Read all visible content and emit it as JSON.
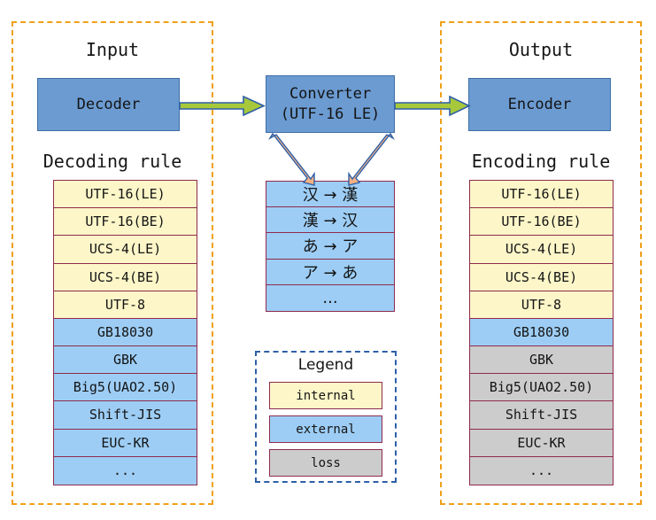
{
  "colors": {
    "panel_border": "#f0a018",
    "proc_box_fill": "#6b9bd1",
    "proc_box_border": "#3f6ea8",
    "row_border": "#8f2b4c",
    "internal": "#fcf6c8",
    "external": "#9dcdf5",
    "loss": "#cccccc",
    "flow_arrow_fill": "#a8c83c",
    "flow_arrow_border": "#2d5fa8",
    "convert_arrow_fill": "#f5b183",
    "convert_arrow_border": "#2d5fa8",
    "legend_border": "#2d5fa8"
  },
  "input_panel": {
    "heading": "Input",
    "box_label": "Decoder",
    "rules_heading": "Decoding rule",
    "rules": [
      {
        "label": "UTF-16(LE)",
        "kind": "internal"
      },
      {
        "label": "UTF-16(BE)",
        "kind": "internal"
      },
      {
        "label": "UCS-4(LE)",
        "kind": "internal"
      },
      {
        "label": "UCS-4(BE)",
        "kind": "internal"
      },
      {
        "label": "UTF-8",
        "kind": "internal"
      },
      {
        "label": "GB18030",
        "kind": "external"
      },
      {
        "label": "GBK",
        "kind": "external"
      },
      {
        "label": "Big5(UAO2.50)",
        "kind": "external"
      },
      {
        "label": "Shift-JIS",
        "kind": "external"
      },
      {
        "label": "EUC-KR",
        "kind": "external"
      },
      {
        "label": "...",
        "kind": "external"
      }
    ]
  },
  "center": {
    "box_line1": "Converter",
    "box_line2": "(UTF-16 LE)",
    "conversions": [
      {
        "label": "汉 → 漢"
      },
      {
        "label": "漢 → 汉"
      },
      {
        "label": "あ → ア"
      },
      {
        "label": "ア → あ"
      },
      {
        "label": "..."
      }
    ]
  },
  "output_panel": {
    "heading": "Output",
    "box_label": "Encoder",
    "rules_heading": "Encoding rule",
    "rules": [
      {
        "label": "UTF-16(LE)",
        "kind": "internal"
      },
      {
        "label": "UTF-16(BE)",
        "kind": "internal"
      },
      {
        "label": "UCS-4(LE)",
        "kind": "internal"
      },
      {
        "label": "UCS-4(BE)",
        "kind": "internal"
      },
      {
        "label": "UTF-8",
        "kind": "internal"
      },
      {
        "label": "GB18030",
        "kind": "external"
      },
      {
        "label": "GBK",
        "kind": "loss"
      },
      {
        "label": "Big5(UAO2.50)",
        "kind": "loss"
      },
      {
        "label": "Shift-JIS",
        "kind": "loss"
      },
      {
        "label": "EUC-KR",
        "kind": "loss"
      },
      {
        "label": "...",
        "kind": "loss"
      }
    ]
  },
  "legend": {
    "title": "Legend",
    "items": [
      {
        "label": "internal",
        "kind": "internal"
      },
      {
        "label": "external",
        "kind": "external"
      },
      {
        "label": "loss",
        "kind": "loss"
      }
    ]
  },
  "arrows": {
    "decoder_to_converter": "flow-arrow-right",
    "converter_to_encoder": "flow-arrow-right",
    "converter_down_left": "convert-arrow-down",
    "converter_up_right": "convert-arrow-up"
  }
}
